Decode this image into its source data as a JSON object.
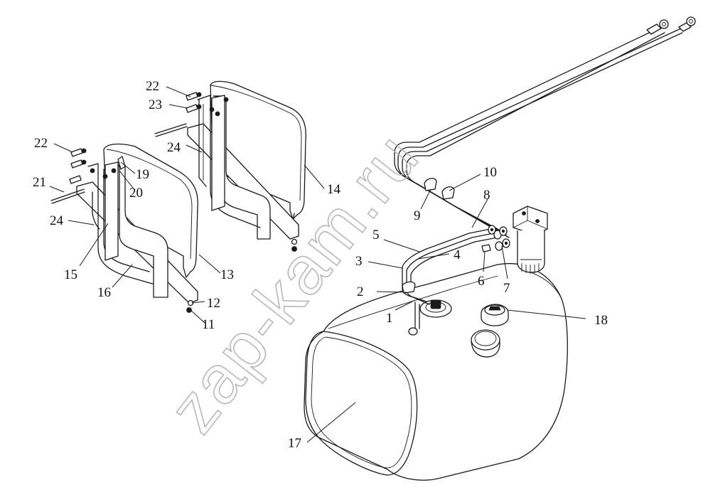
{
  "watermark": "zap-kam.ru",
  "callouts": [
    {
      "id": "1",
      "text": "1"
    },
    {
      "id": "2",
      "text": "2"
    },
    {
      "id": "3",
      "text": "3"
    },
    {
      "id": "4",
      "text": "4"
    },
    {
      "id": "5",
      "text": "5"
    },
    {
      "id": "6",
      "text": "6"
    },
    {
      "id": "7",
      "text": "7"
    },
    {
      "id": "8",
      "text": "8"
    },
    {
      "id": "9",
      "text": "9"
    },
    {
      "id": "10",
      "text": "10"
    },
    {
      "id": "11",
      "text": "11"
    },
    {
      "id": "12",
      "text": "12"
    },
    {
      "id": "13",
      "text": "13"
    },
    {
      "id": "14",
      "text": "14"
    },
    {
      "id": "15",
      "text": "15"
    },
    {
      "id": "16",
      "text": "16"
    },
    {
      "id": "17",
      "text": "17"
    },
    {
      "id": "18",
      "text": "18"
    },
    {
      "id": "19",
      "text": "19"
    },
    {
      "id": "20",
      "text": "20"
    },
    {
      "id": "21",
      "text": "21"
    },
    {
      "id": "22a",
      "text": "22"
    },
    {
      "id": "22b",
      "text": "22"
    },
    {
      "id": "23",
      "text": "23"
    },
    {
      "id": "24a",
      "text": "24"
    },
    {
      "id": "24b",
      "text": "24"
    }
  ]
}
